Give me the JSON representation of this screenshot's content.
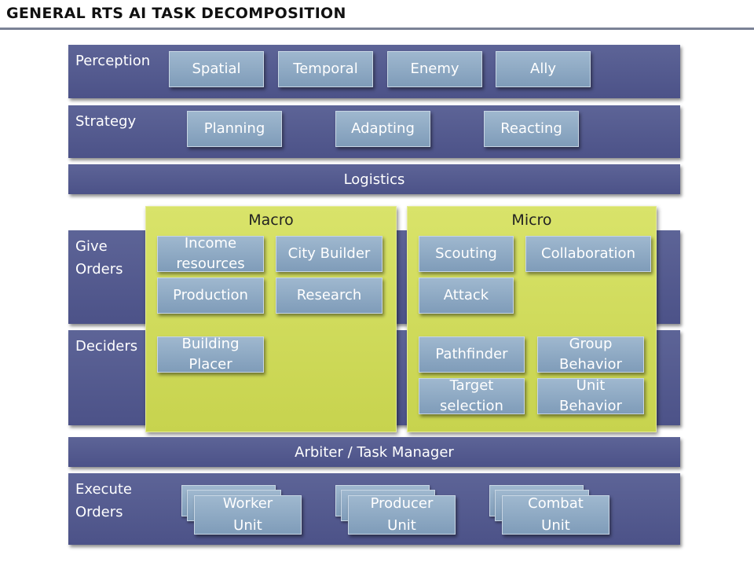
{
  "title": "GENERAL RTS AI TASK DECOMPOSITION",
  "perception": {
    "label": "Perception",
    "items": [
      "Spatial",
      "Temporal",
      "Enemy",
      "Ally"
    ]
  },
  "strategy": {
    "label": "Strategy",
    "items": [
      "Planning",
      "Adapting",
      "Reacting"
    ]
  },
  "logistics": {
    "label": "Logistics"
  },
  "give_orders": {
    "label": "Give Orders"
  },
  "deciders": {
    "label": "Deciders"
  },
  "macro": {
    "title": "Macro",
    "items": [
      "Income resources",
      "City Builder",
      "Production",
      "Research",
      "Building Placer"
    ]
  },
  "micro": {
    "title": "Micro",
    "items": [
      "Scouting",
      "Collaboration",
      "Attack",
      "Pathfinder",
      "Group Behavior",
      "Target selection",
      "Unit Behavior"
    ]
  },
  "arbiter": {
    "label": "Arbiter / Task Manager"
  },
  "execute_orders": {
    "label": "Execute Orders",
    "units": [
      "Worker Unit",
      "Producer Unit",
      "Combat Unit"
    ]
  }
}
